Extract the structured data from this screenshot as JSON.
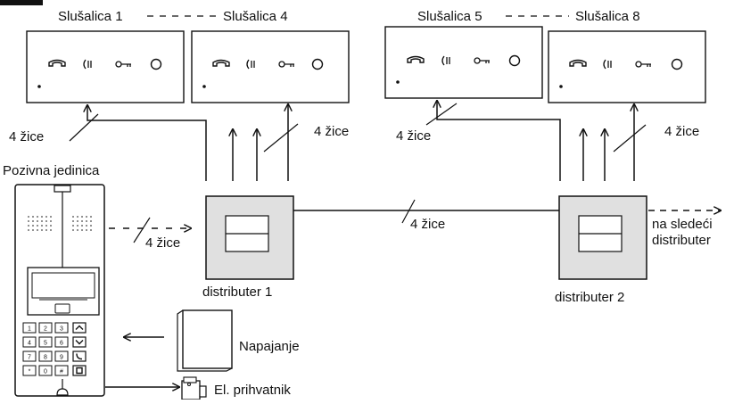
{
  "handsets": {
    "group_left": {
      "first": "Slušalica 1",
      "last": "Slušalica 4"
    },
    "group_right": {
      "first": "Slušalica 5",
      "last": "Slušalica 8"
    }
  },
  "wire_labels": {
    "wire_left_handset": "4 žice",
    "wire_left_group": "4 žice",
    "wire_right_handset": "4 žice",
    "wire_right_group": "4 žice",
    "wire_door_unit": "4  žice",
    "wire_bus": "4 žice"
  },
  "door_unit": {
    "title": "Pozivna jedinica"
  },
  "distributors": {
    "first": "distributer 1",
    "second": "distributer 2"
  },
  "next_distributor": {
    "line1": "na sledeći",
    "line2": "distributer"
  },
  "power_supply": {
    "label": "Napajanje"
  },
  "door_lock": {
    "label": "El. prihvatnik"
  },
  "keypad": {
    "keys": [
      "1",
      "2",
      "3",
      "4",
      "5",
      "6",
      "7",
      "8",
      "9",
      "*",
      "0",
      "#"
    ]
  },
  "icons": [
    "handset-icon",
    "speaker-icon",
    "key-icon",
    "circle-button-icon"
  ],
  "colors": {
    "stroke": "#111111",
    "box_fill": "#e0e0e0",
    "panel_fill": "#d8d8d8"
  }
}
